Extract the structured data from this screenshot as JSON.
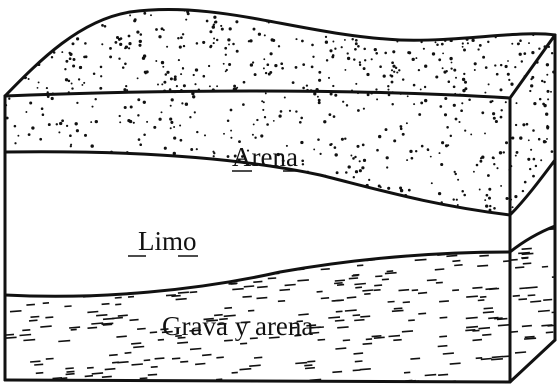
{
  "layers": [
    {
      "id": "arena",
      "label": "Arena",
      "pattern": "dots"
    },
    {
      "id": "limo",
      "label": "Limo",
      "pattern": "none"
    },
    {
      "id": "grava",
      "label": "Grava y arena",
      "pattern": "dashes"
    }
  ]
}
